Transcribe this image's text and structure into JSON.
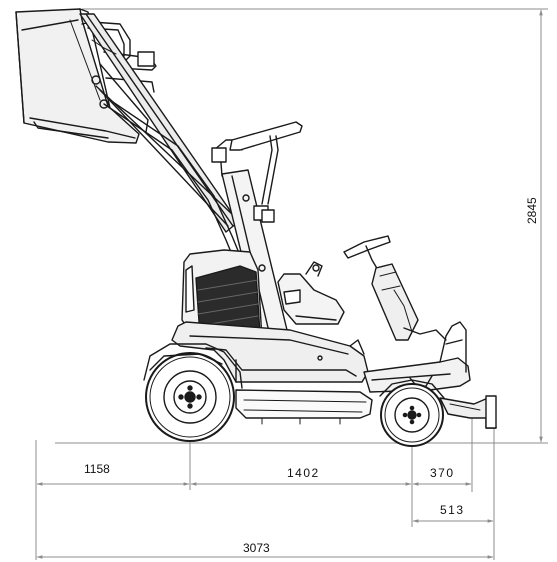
{
  "diagram": {
    "subject": "ride-on mower with high-tip grass collector (side view)",
    "colors": {
      "line": "#1a1a1a",
      "dim_line": "#8c8c8c",
      "fill_light": "#e6e6e6",
      "fill_dark": "#2b2b2b",
      "background": "#ffffff"
    }
  },
  "dimensions": {
    "height_overall": "2845",
    "rear_overhang": "1158",
    "wheelbase": "1402",
    "front_axle_to_deck": "370",
    "front_axle_to_deck_front": "513",
    "length_overall": "3073"
  }
}
